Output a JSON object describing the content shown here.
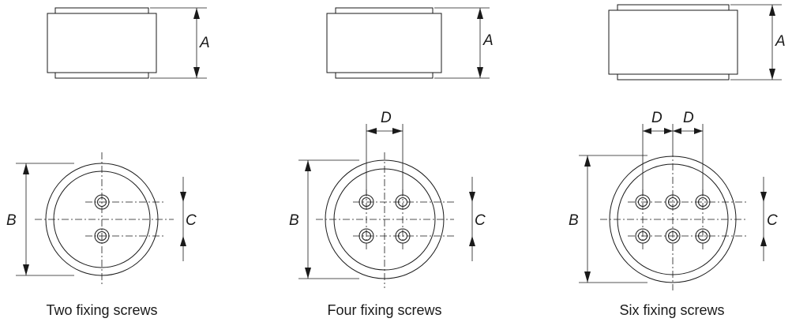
{
  "dimension_labels": {
    "a": "A",
    "b": "B",
    "c": "C",
    "d": "D"
  },
  "variants": [
    {
      "caption": "Two fixing screws",
      "screw_columns": 1,
      "screw_rows": 2
    },
    {
      "caption": "Four fixing screws",
      "screw_columns": 2,
      "screw_rows": 2
    },
    {
      "caption": "Six fixing screws",
      "screw_columns": 3,
      "screw_rows": 2
    }
  ],
  "colors": {
    "line": "#1a1a1a",
    "background": "#ffffff"
  }
}
